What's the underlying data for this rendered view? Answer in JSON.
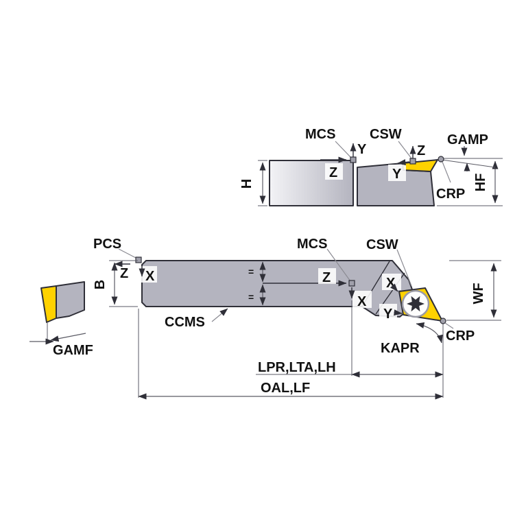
{
  "colors": {
    "body": "#b4b4bf",
    "body_light": "#f3f3f6",
    "insert": "#ffd200",
    "outline": "#2f2f38",
    "dim": "#5a5a64",
    "leader": "#8a8a92",
    "label": "#111111",
    "point": "#a0a0ab"
  },
  "side_view": {
    "mcs": "MCS",
    "csw": "CSW",
    "gamp": "GAMP",
    "crp": "CRP",
    "h": "H",
    "hf": "HF",
    "y_mcs": "Y",
    "z_mcs": "Z",
    "z_csw": "Z",
    "y_csw": "Y"
  },
  "top_view": {
    "pcs": "PCS",
    "mcs": "MCS",
    "csw": "CSW",
    "ccms": "CCMS",
    "kapr": "KAPR",
    "crp": "CRP",
    "b": "B",
    "wf": "WF",
    "z_pcs": "Z",
    "x_pcs": "X",
    "z_mcs": "Z",
    "x_mcs": "X",
    "x_csw": "X",
    "y_csw": "Y",
    "eq_top": "=",
    "eq_bottom": "="
  },
  "front_view": {
    "gamf": "GAMF"
  },
  "dimensions": {
    "head_length": "LPR,LTA,LH",
    "overall_length": "OAL,LF"
  }
}
